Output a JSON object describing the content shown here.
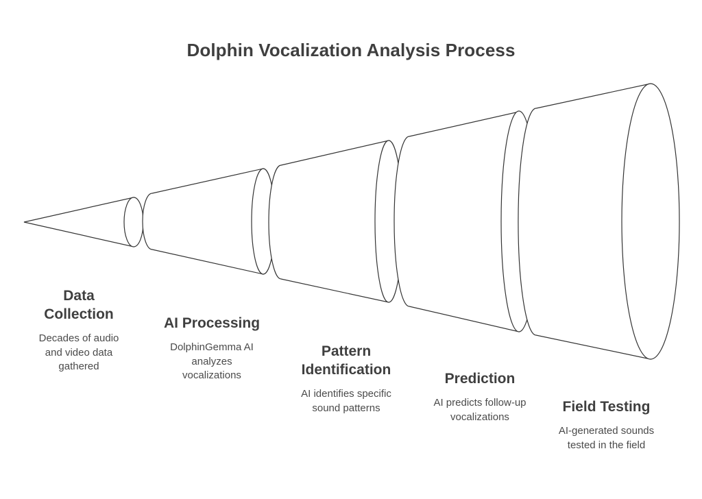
{
  "title": "Dolphin Vocalization Analysis Process",
  "stroke_color": "#333333",
  "stages": [
    {
      "title_lines": [
        "Data",
        "Collection"
      ],
      "desc_lines": [
        "Decades of audio",
        "and video data",
        "gathered"
      ]
    },
    {
      "title_lines": [
        "AI Processing"
      ],
      "desc_lines": [
        "DolphinGemma AI",
        "analyzes",
        "vocalizations"
      ]
    },
    {
      "title_lines": [
        "Pattern",
        "Identification"
      ],
      "desc_lines": [
        "AI identifies specific",
        "sound patterns"
      ]
    },
    {
      "title_lines": [
        "Prediction"
      ],
      "desc_lines": [
        "AI predicts follow-up",
        "vocalizations"
      ]
    },
    {
      "title_lines": [
        "Field Testing"
      ],
      "desc_lines": [
        "AI-generated sounds",
        "tested in the field"
      ]
    }
  ]
}
